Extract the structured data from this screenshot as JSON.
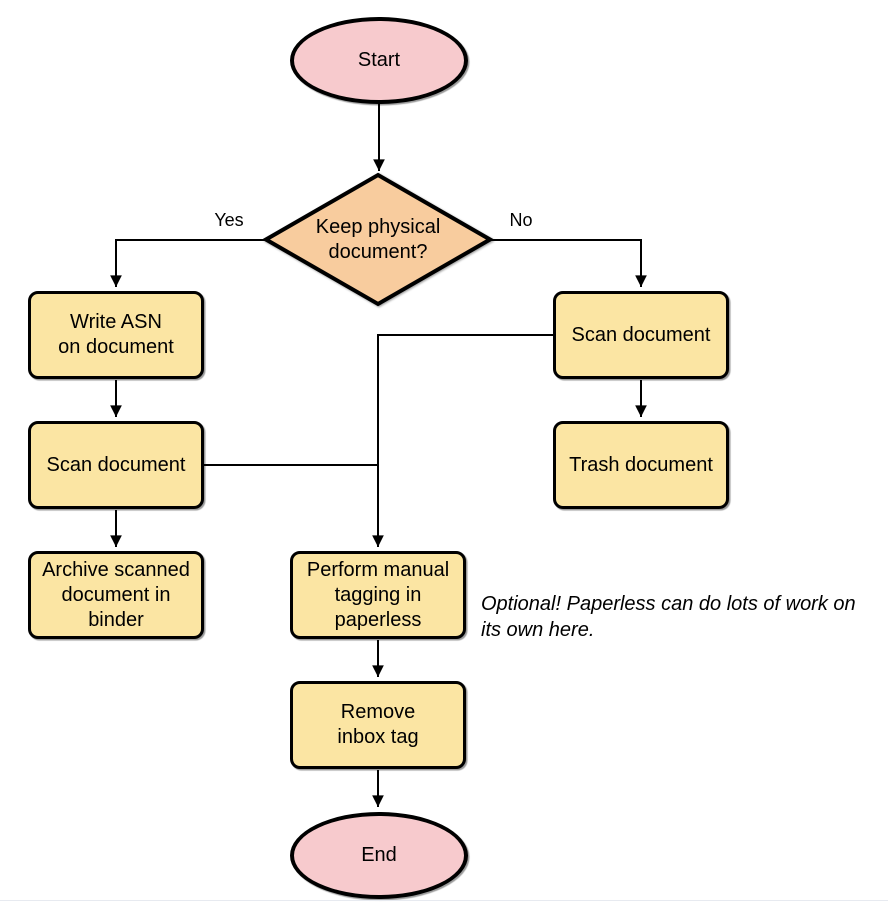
{
  "diagram": {
    "type": "flowchart",
    "background": "#ffffff",
    "colors": {
      "terminal_fill": "#F7CACD",
      "decision_fill": "#F8CC9E",
      "process_fill": "#FBE5A3",
      "stroke": "#000000",
      "edge": "#000000",
      "bottom_divider": "#E7EAF0"
    },
    "nodes": {
      "start": {
        "shape": "ellipse",
        "label": "Start"
      },
      "keep_physical": {
        "shape": "diamond",
        "label": "Keep physical\ndocument?"
      },
      "write_asn": {
        "shape": "rect",
        "label": "Write ASN\non document"
      },
      "scan_document_left": {
        "shape": "rect",
        "label": "Scan document"
      },
      "archive_binder": {
        "shape": "rect",
        "label": "Archive scanned\ndocument in\nbinder"
      },
      "scan_document_right": {
        "shape": "rect",
        "label": "Scan document"
      },
      "trash_document": {
        "shape": "rect",
        "label": "Trash document"
      },
      "manual_tagging": {
        "shape": "rect",
        "label": "Perform manual\ntagging in\npaperless"
      },
      "remove_inbox_tag": {
        "shape": "rect",
        "label": "Remove\ninbox tag"
      },
      "end": {
        "shape": "ellipse",
        "label": "End"
      }
    },
    "edges": [
      {
        "from": "start",
        "to": "keep_physical",
        "label": ""
      },
      {
        "from": "keep_physical",
        "to": "write_asn",
        "label": "Yes"
      },
      {
        "from": "keep_physical",
        "to": "scan_document_right",
        "label": "No"
      },
      {
        "from": "write_asn",
        "to": "scan_document_left",
        "label": ""
      },
      {
        "from": "scan_document_left",
        "to": "archive_binder",
        "label": ""
      },
      {
        "from": "scan_document_right",
        "to": "trash_document",
        "label": ""
      },
      {
        "from": "scan_document_right",
        "to": "manual_tagging",
        "label": ""
      },
      {
        "from": "scan_document_left",
        "to": "manual_tagging",
        "label": ""
      },
      {
        "from": "manual_tagging",
        "to": "remove_inbox_tag",
        "label": ""
      },
      {
        "from": "remove_inbox_tag",
        "to": "end",
        "label": ""
      }
    ],
    "annotation": "Optional! Paperless can do lots of work on\nits own here."
  }
}
